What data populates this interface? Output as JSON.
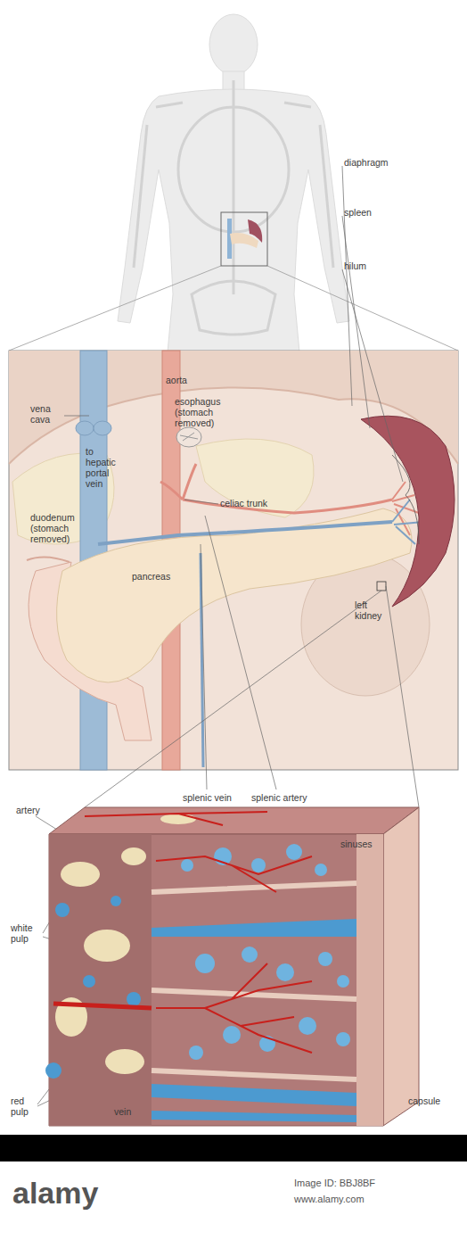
{
  "diagram": {
    "labels": [
      "diaphragm",
      "spleen",
      "hilum",
      "aorta",
      "vena cava",
      "esophagus (stomach removed)",
      "to hepatic portal vein",
      "celiac trunk",
      "duodenum (stomach removed)",
      "pancreas",
      "left kidney",
      "splenic vein",
      "splenic artery",
      "artery",
      "sinuses",
      "white pulp",
      "red pulp",
      "vein",
      "capsule",
      "alamy",
      "Image ID: BBJ8BF",
      "www.alamy.com"
    ]
  }
}
